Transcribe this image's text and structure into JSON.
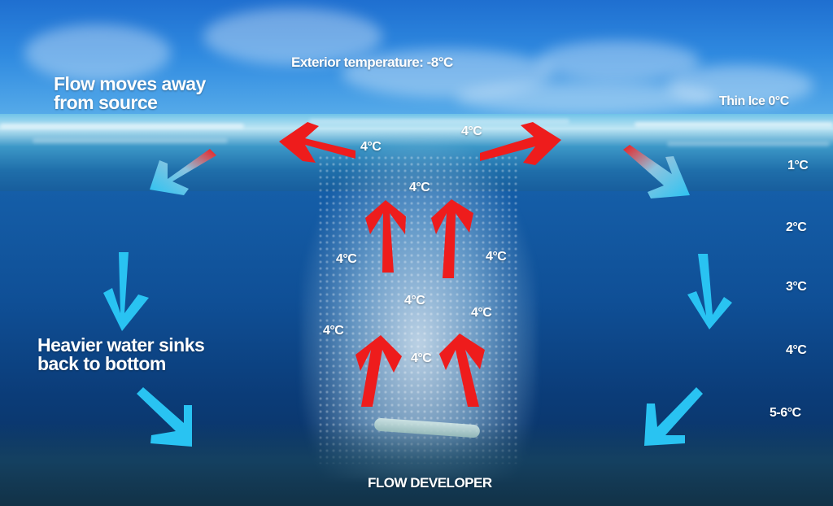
{
  "diagram": {
    "title": "Exterior temperature: -8°C",
    "annotations": {
      "top_left": [
        "Flow moves away",
        "from source"
      ],
      "mid_left": [
        "Heavier water sinks",
        "back to bottom"
      ],
      "bottom_center": "FLOW DEVELOPER"
    },
    "depth_scale": [
      {
        "label": "Thin Ice 0°C"
      },
      {
        "label": "1°C"
      },
      {
        "label": "2°C"
      },
      {
        "label": "3°C"
      },
      {
        "label": "4°C"
      },
      {
        "label": "5-6°C"
      }
    ],
    "plume_temperatures": [
      {
        "label": "4°C",
        "position": "surface-left"
      },
      {
        "label": "4°C",
        "position": "surface-right"
      },
      {
        "label": "4°C",
        "position": "upper-center"
      },
      {
        "label": "4°C",
        "position": "mid-left"
      },
      {
        "label": "4°C",
        "position": "mid-right"
      },
      {
        "label": "4°C",
        "position": "center"
      },
      {
        "label": "4°C",
        "position": "lower-right"
      },
      {
        "label": "4°C",
        "position": "lower-left"
      },
      {
        "label": "4°C",
        "position": "bottom-center"
      }
    ],
    "colors": {
      "warm_arrow": "#ee1c1c",
      "cold_arrow": "#29c3f2",
      "sky": "#2f8ae0",
      "deep_water": "#0a2d58",
      "text": "#ffffff"
    },
    "arrows": {
      "warm_rising": 4,
      "warm_outward_surface": 2,
      "transition_red_to_blue": 2,
      "cold_sinking": 4
    }
  }
}
